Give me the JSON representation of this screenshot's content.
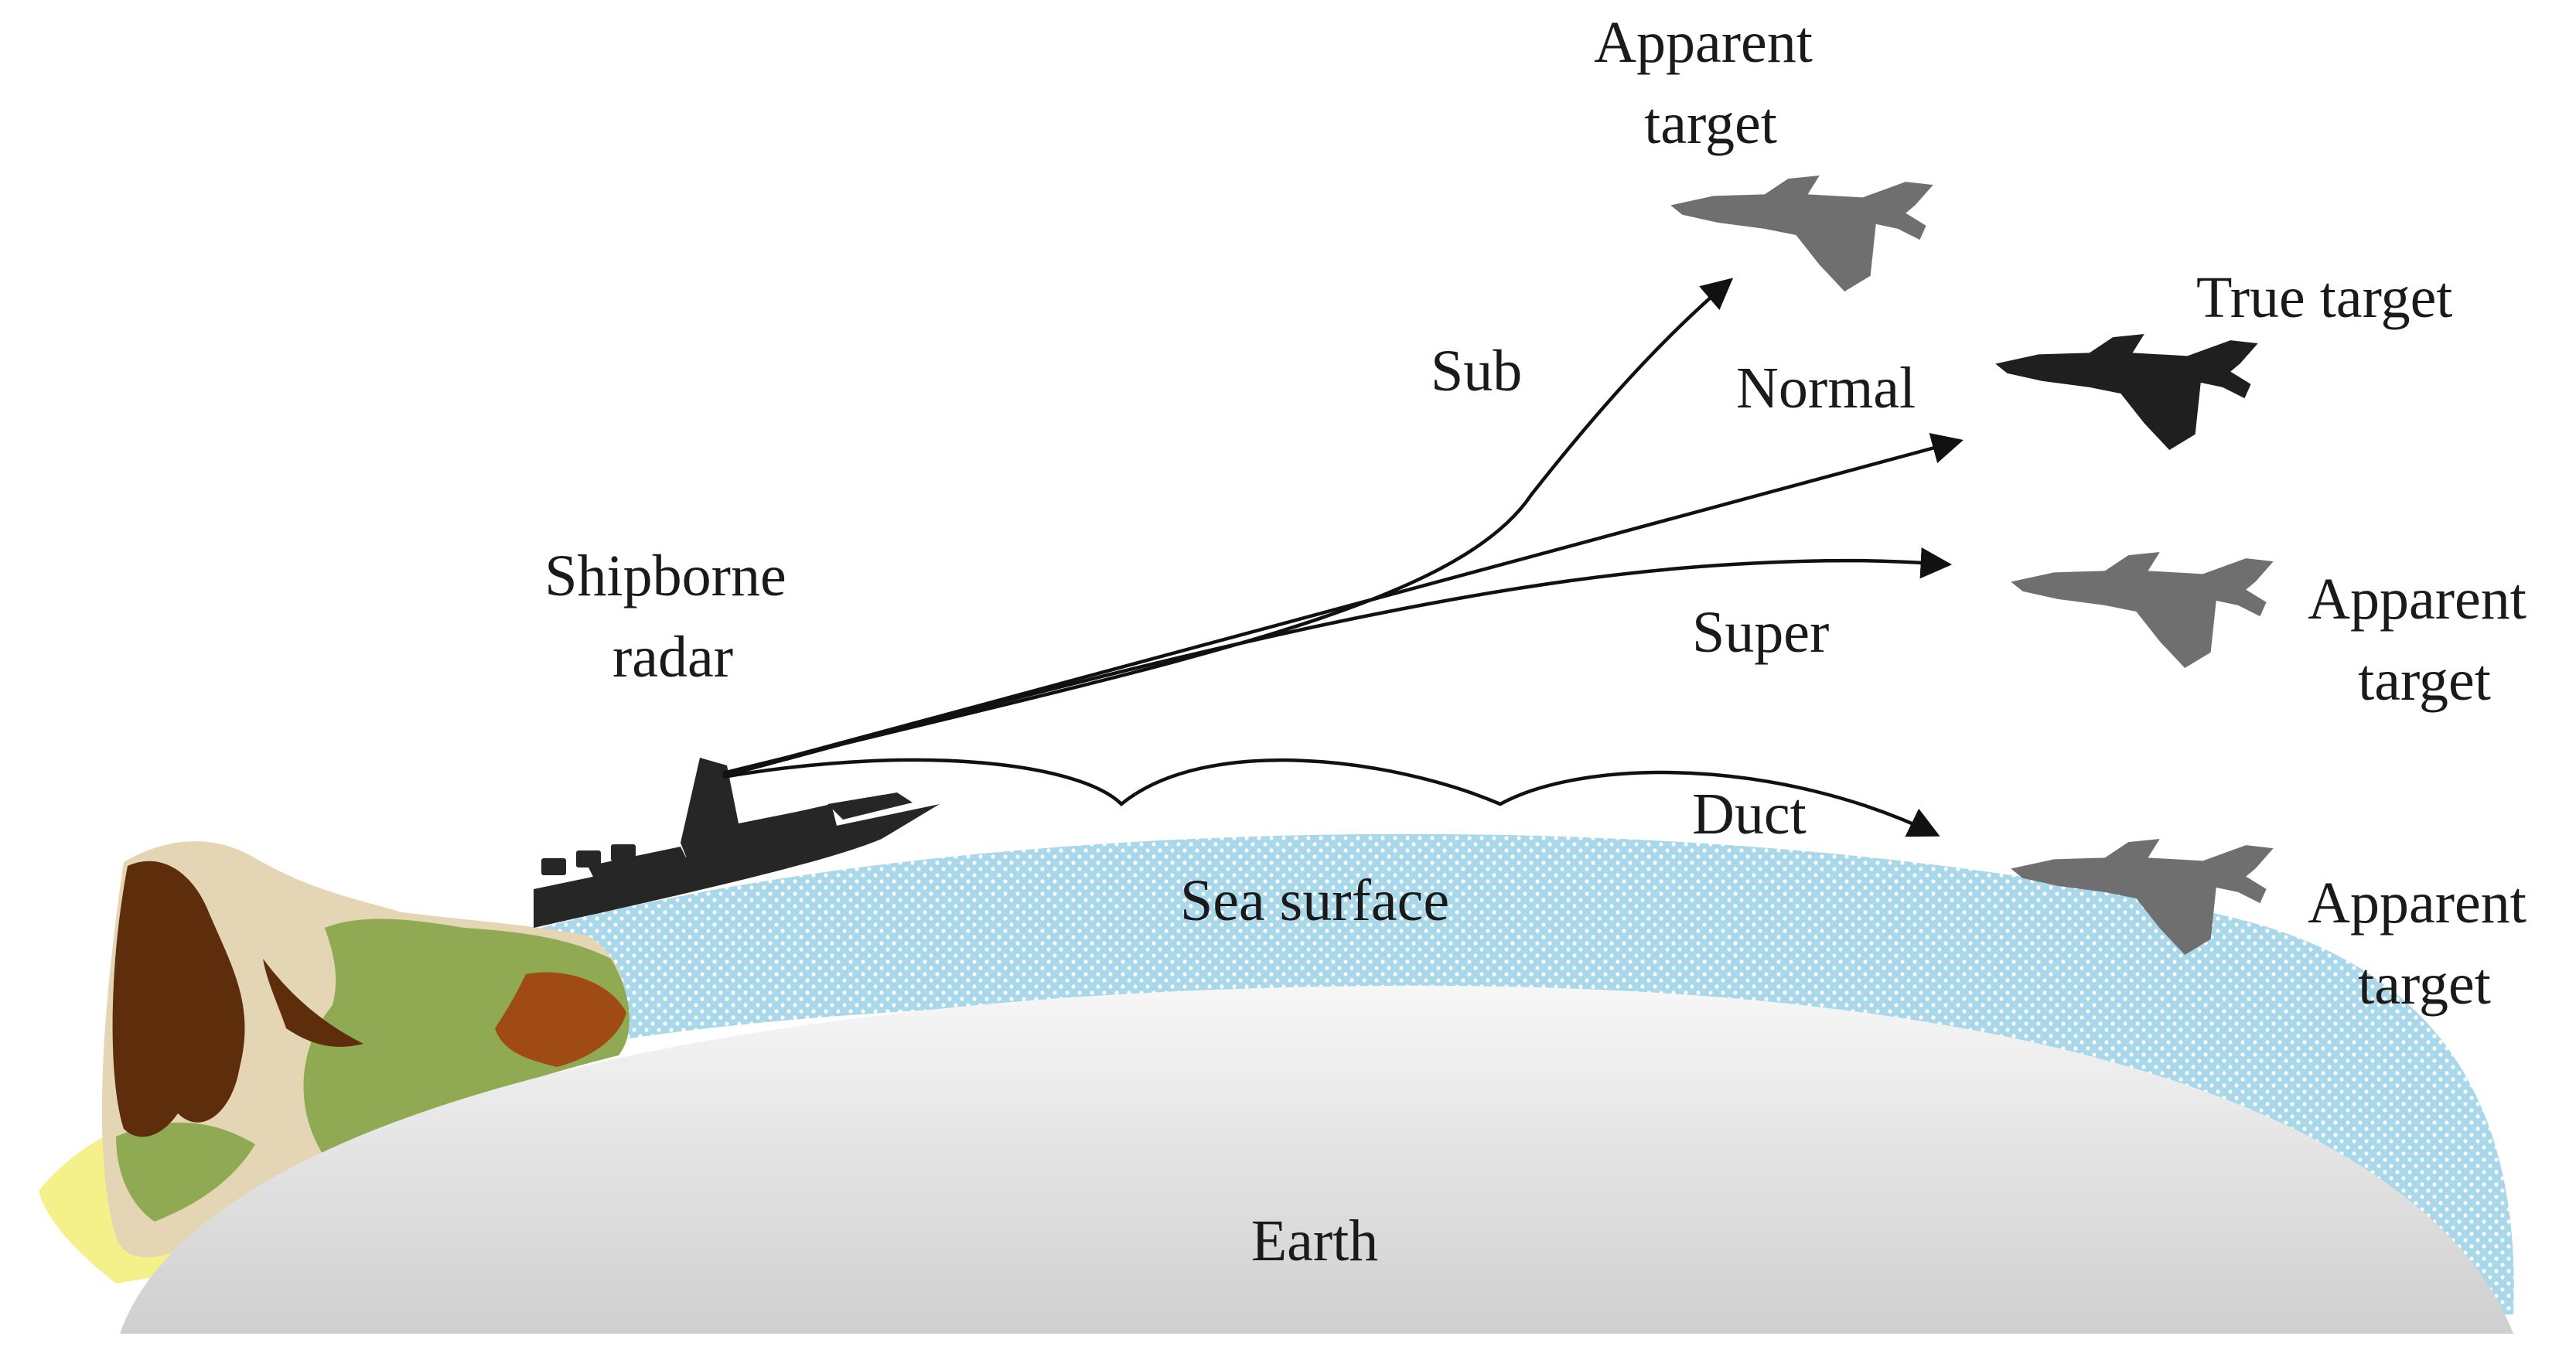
{
  "labels": {
    "apparent_top": [
      "Apparent",
      "target"
    ],
    "true_target": "True target",
    "sub": "Sub",
    "normal": "Normal",
    "super": "Super",
    "duct": "Duct",
    "shipborne_radar": [
      "Shipborne",
      "radar"
    ],
    "apparent_mid": [
      "Apparent",
      "target"
    ],
    "apparent_low": [
      "Apparent",
      "target"
    ],
    "sea_surface": "Sea surface",
    "earth": "Earth"
  },
  "colors": {
    "true_target_aircraft": "#1f1f1f",
    "apparent_target_aircraft": "#6f6f6f",
    "ship": "#262626",
    "sea": "#a9d8ea",
    "earth": "#dcdcdc",
    "terrain_brown": "#5e2e0c",
    "terrain_tan": "#e4d5b4",
    "terrain_green": "#8faa52",
    "terrain_rust": "#a04a14",
    "terrain_yellow": "#f4f08a"
  },
  "icons": {
    "aircraft": "fighter-jet-icon",
    "ship": "warship-icon"
  }
}
